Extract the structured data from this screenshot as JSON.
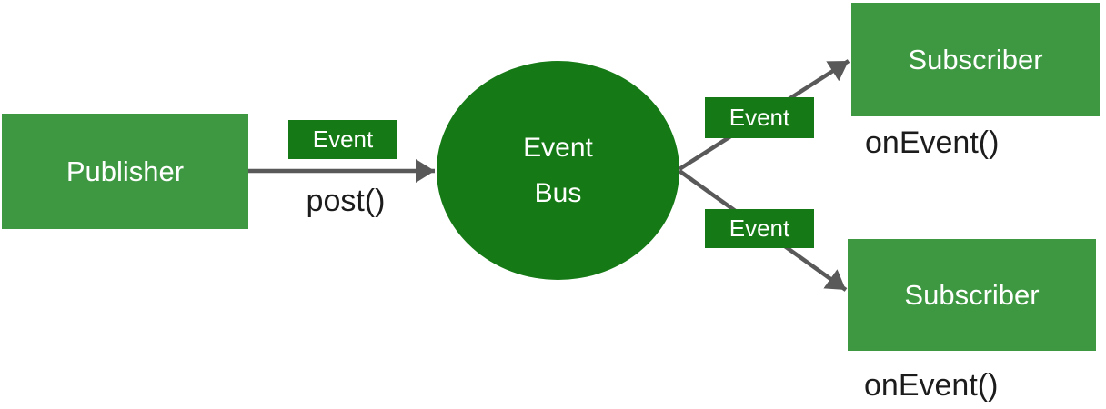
{
  "colors": {
    "node_green": "#3e9842",
    "accent_green": "#157a15",
    "arrow_gray": "#595959",
    "label_black": "#1c1c1c",
    "node_text": "#ffffff",
    "background": "#ffffff"
  },
  "publisher": {
    "label": "Publisher",
    "method_label": "post()"
  },
  "bus": {
    "label_line1": "Event",
    "label_line2": "Bus"
  },
  "badges": [
    {
      "label": "Event"
    },
    {
      "label": "Event"
    },
    {
      "label": "Event"
    }
  ],
  "subscribers": [
    {
      "label": "Subscriber",
      "method_label": "onEvent()"
    },
    {
      "label": "Subscriber",
      "method_label": "onEvent()"
    }
  ]
}
